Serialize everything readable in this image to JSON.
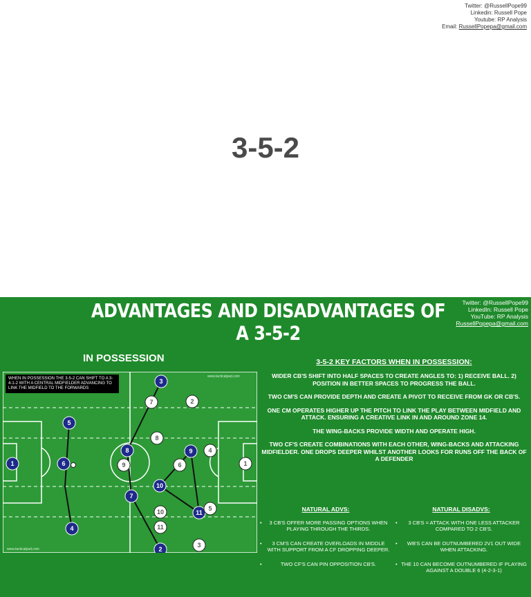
{
  "contact_top": {
    "twitter": "Twitter: @RussellPope99",
    "linkedin": "Linkedin: Russell Pope",
    "youtube": "Youtube: RP Analysis",
    "email_label": "Email:",
    "email": "RussellPopepa@gmail.com"
  },
  "main_title": "3-5-2",
  "slide": {
    "title": "ADVANTAGES AND DISADVANTAGES OF A 3-5-2",
    "contact": {
      "twitter": "Twitter: @RussellPope99",
      "linkedin": "LinkedIn: Russell Pope",
      "youtube": "YouTube: RP Analysis",
      "email": "RussellPopepa@gmail.com"
    },
    "section": "IN POSSESSION",
    "callout": "WHEN IN POSSESSION THE 3-5-2 CAN SHIFT TO A 3-4-1-2 WITH A CENTRAL MIDFIELDER ADVANCING TO LINK THE MIDFIELD TO THE FORWARDS",
    "pitch_note_top": "www.tacticalpad.com",
    "pitch_note_bottom": "www.tacticalpad.com",
    "key_factors_title": "3-5-2 KEY FACTORS WHEN IN POSSESSION:",
    "key_factors": [
      "WIDER CB'S SHIFT INTO HALF SPACES TO CREATE ANGLES TO: 1) RECEIVE BALL. 2) POSITION IN BETTER SPACES TO PROGRESS THE BALL.",
      "TWO CM'S CAN PROVIDE DEPTH AND CREATE A PIVOT TO RECEIVE FROM GK OR CB'S.",
      "ONE CM OPERATES HIGHER UP THE PITCH TO LINK THE PLAY BETWEEN MIDFIELD AND ATTACK. ENSURING A CREATIVE LINK IN AND AROUND ZONE 14.",
      "THE WING-BACKS PROVIDE WIDTH AND OPERATE HIGH.",
      "TWO CF'S CREATE COMBINATIONS WITH EACH OTHER, WING-BACKS AND ATTACKING MIDFIELDER. ONE DROPS DEEPER WHILST ANOTHER LOOKS FOR RUNS OFF THE BACK OF A DEFENDER"
    ],
    "advantages_title": "NATURAL ADVS:",
    "advantages": [
      "3 CB'S OFFER MORE PASSING OPTIONS WHEN PLAYING THROUGH THE THIRDS.",
      "3 CM'S CAN CREATE OVERLOADS IN MIDDLE WITH SUPPORT FROM A CF DROPPING DEEPER.",
      "TWO CF'S CAN PIN OPPOSITION CB'S."
    ],
    "disadvantages_title": "NATURAL DISADVS:",
    "disadvantages": [
      "3 CB'S = ATTACK WITH ONE LESS ATTACKER COMPARED TO 2 CB'S.",
      "WB'S CAN BE OUTNUMBERED 2V1 OUT WIDE WHEN ATTACKING.",
      "THE 10 CAN BECOME OUTNUMBERED IF PLAYING AGAINST A DOUBLE 6 (4-2-3-1)"
    ]
  },
  "players_blue": [
    "1",
    "5",
    "6",
    "4",
    "8",
    "7",
    "3",
    "2",
    "9",
    "10",
    "11"
  ],
  "players_white": [
    "1",
    "7",
    "2",
    "8",
    "9",
    "4",
    "6",
    "10",
    "5",
    "11",
    "3"
  ],
  "colors": {
    "slide_bg": "#1f8a2b",
    "pitch": "#2d9a37",
    "team_blue": "#1e2a8a",
    "team_white": "#ffffff"
  }
}
